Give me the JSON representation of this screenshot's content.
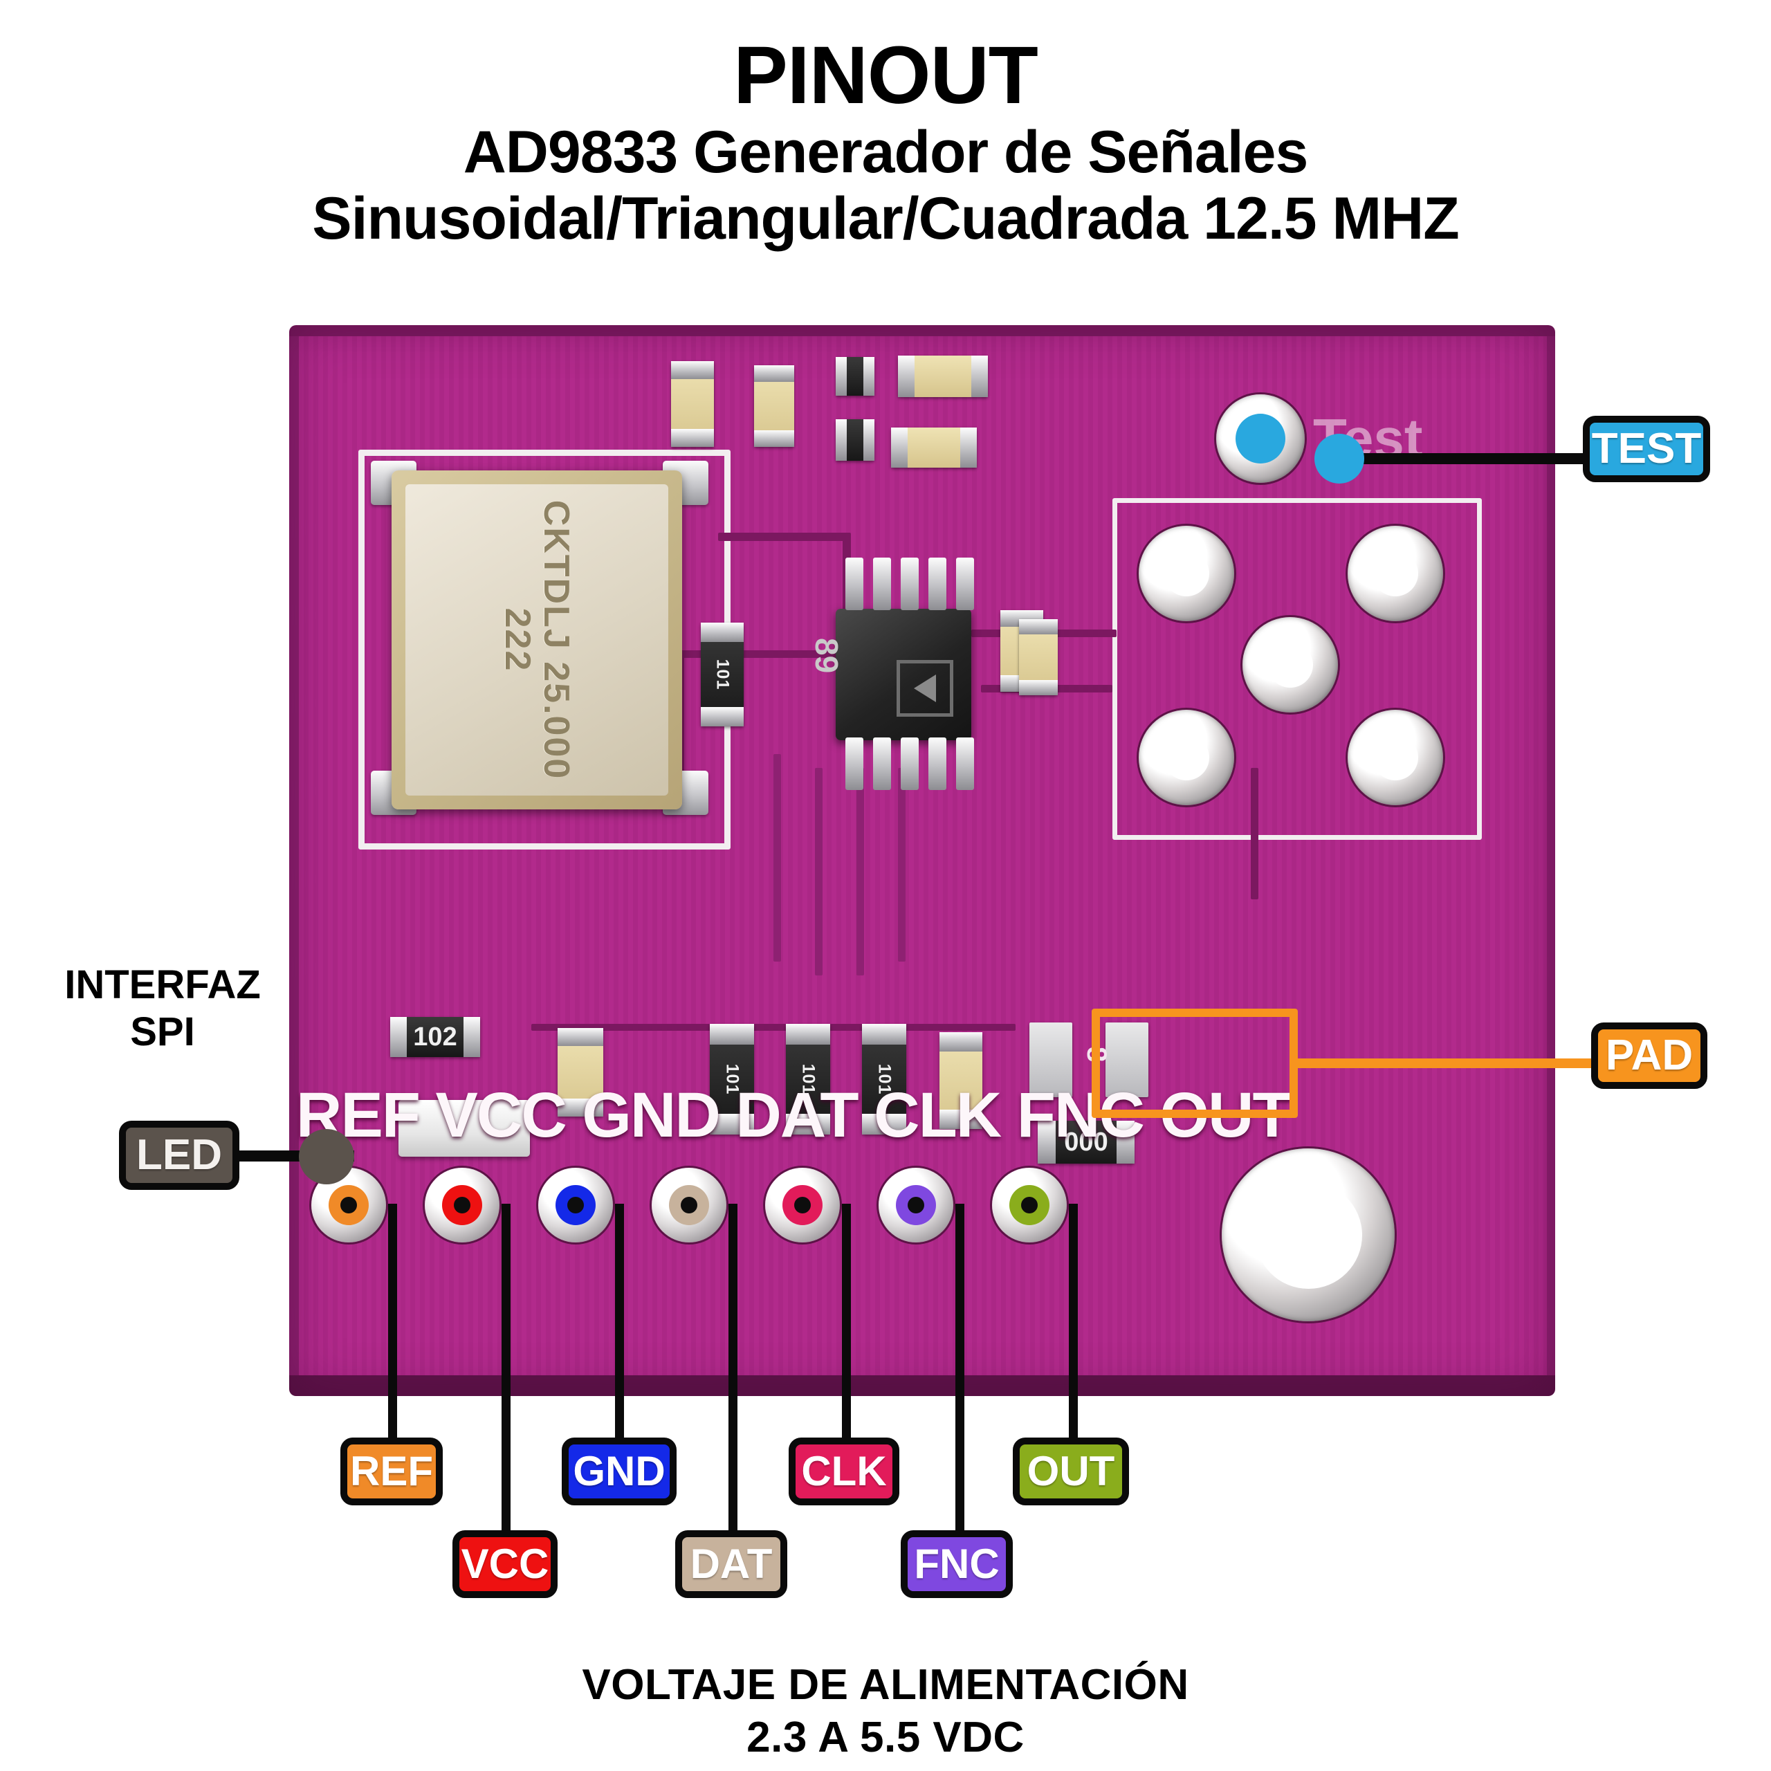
{
  "title": {
    "main": "PINOUT",
    "line1": "AD9833 Generador de Señales",
    "line2": "Sinusoidal/Triangular/Cuadrada 12.5 MHZ"
  },
  "footer": {
    "line1": "VOLTAJE DE ALIMENTACIÓN",
    "line2": "2.3 A 5.5 VDC"
  },
  "side_note": {
    "line1": "INTERFAZ",
    "line2": "SPI"
  },
  "board": {
    "silkscreen_pins": "REF VCC GND DAT CLK FNC OUT",
    "pcb_color": "#b22a8c",
    "crystal_marking": "CKTDLJ 25.000 222",
    "ic_marking": "89",
    "resistor_markings": [
      "102",
      "101",
      "101",
      "101",
      "000"
    ]
  },
  "pins": [
    {
      "name": "REF",
      "label": "REF",
      "color": "#f08a28",
      "text_color": "#ffffff",
      "row": "top"
    },
    {
      "name": "VCC",
      "label": "VCC",
      "color": "#ee1111",
      "text_color": "#ffffff",
      "row": "bottom"
    },
    {
      "name": "GND",
      "label": "GND",
      "color": "#1429e8",
      "text_color": "#ffffff",
      "row": "top"
    },
    {
      "name": "DAT",
      "label": "DAT",
      "color": "#c7b29c",
      "text_color": "#ffffff",
      "row": "bottom"
    },
    {
      "name": "CLK",
      "label": "CLK",
      "color": "#e21b5a",
      "text_color": "#ffffff",
      "row": "top"
    },
    {
      "name": "FNC",
      "label": "FNC",
      "color": "#7f48e0",
      "text_color": "#ffffff",
      "row": "bottom"
    },
    {
      "name": "OUT",
      "label": "OUT",
      "color": "#8aad1c",
      "text_color": "#ffffff",
      "row": "top"
    }
  ],
  "callouts": [
    {
      "name": "TEST",
      "label": "TEST",
      "color": "#29a8df",
      "text_color": "#ffffff",
      "dot_color": "#29a8df"
    },
    {
      "name": "PAD",
      "label": "PAD",
      "color": "#f7941e",
      "text_color": "#ffffff",
      "dot_color": "#f7941e"
    },
    {
      "name": "LED",
      "label": "LED",
      "color": "#5b534c",
      "text_color": "#f4f1ee",
      "dot_color": "#5b534c"
    }
  ]
}
